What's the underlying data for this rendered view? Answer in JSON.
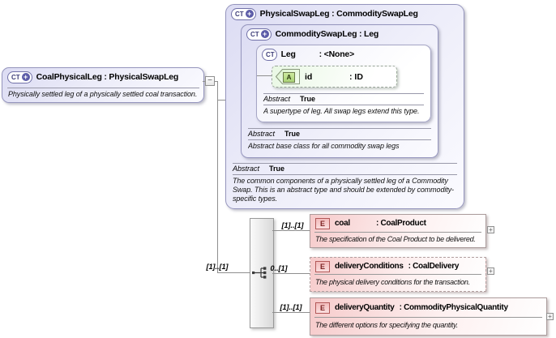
{
  "colors": {
    "lavender_fill": "#dcdcf3",
    "lavender_border": "#9595bd",
    "element_pink": "#f6caca",
    "element_border": "#ab9c9c",
    "attribute_green": "#cdeaa0",
    "connector_gray": "#8f8f8f"
  },
  "root_box": {
    "badge": "CT",
    "plus": "+",
    "title": "CoalPhysicalLeg : PhysicalSwapLeg",
    "description": "Physically settled leg of a physically settled coal transaction."
  },
  "connector": {
    "collapse": "−",
    "cardinality": "[1]..[1]"
  },
  "outer_box": {
    "badge": "CT",
    "plus": "+",
    "title": "PhysicalSwapLeg : CommoditySwapLeg",
    "abstract_label": "Abstract",
    "abstract_value": "True",
    "description": "The common components of a physically settled leg of a Commodity Swap. This is an abstract type and should be extended by commodity-specific types."
  },
  "middle_box": {
    "badge": "CT",
    "plus": "+",
    "title": "CommoditySwapLeg : Leg",
    "abstract_label": "Abstract",
    "abstract_value": "True",
    "description": "Abstract base class for all commodity swap legs"
  },
  "leg_box": {
    "badge": "CT",
    "name": "Leg",
    "type": ": <None>",
    "abstract_label": "Abstract",
    "abstract_value": "True",
    "description": "A supertype of leg. All swap legs extend this type."
  },
  "attribute": {
    "badge": "A",
    "name": "id",
    "type": ": ID"
  },
  "elements": [
    {
      "badge": "E",
      "name": "coal",
      "type": ": CoalProduct",
      "cardinality": "[1]..[1]",
      "description": "The specification of the Coal Product to be delivered.",
      "expand": "+"
    },
    {
      "badge": "E",
      "name": "deliveryConditions",
      "type": ": CoalDelivery",
      "cardinality": "0..[1]",
      "description": "The physical delivery conditions for the transaction.",
      "expand": "+"
    },
    {
      "badge": "E",
      "name": "deliveryQuantity",
      "type": ": CommodityPhysicalQuantity",
      "cardinality": "[1]..[1]",
      "description": "The different options for specifying the quantity.",
      "expand": "+"
    }
  ]
}
